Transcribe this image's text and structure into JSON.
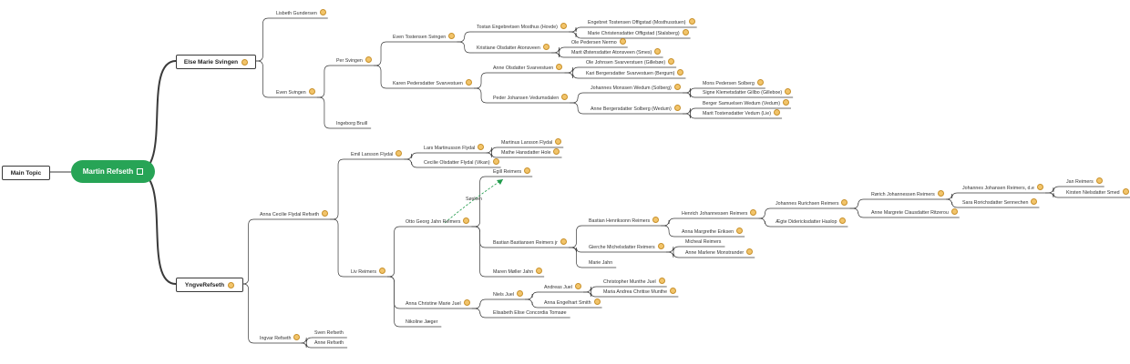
{
  "main_topic": {
    "label": "Main Topic"
  },
  "central": {
    "label": "Martin Refseth"
  },
  "branches": {
    "else": {
      "label": "Else Marie Svingen"
    },
    "yngve": {
      "label": "YngveRefseth"
    }
  },
  "relationship": {
    "label": "Søsken"
  },
  "nodes": {
    "lisbeth": "Lisbeth Gundersen",
    "even_s": "Even Svingen",
    "per_s": "Per Svingen",
    "ingeborg": "Ingeborg Bruill",
    "even_t": "Even Tostensen Svingen",
    "karen_p": "Karen Pedersdatter Svarvestuen",
    "tostan": "Tostan Engebretsen Mosthus (Hovde)",
    "kristiane": "Kristiane Olsdatter Atonsveen",
    "anne_o": "Anne Olsdatter Svarvestuen",
    "peder_j": "Peder Johansen Vedumsdalen",
    "engebret": "Engebret Tostensen Offigstad (Mosthusstuen)",
    "marie_c": "Marie Christensdatter Offigstad (Stalsberg)",
    "ole_p": "Ole Pedersen Nermo",
    "marit": "Marit Østensdatter Atonsveen (Smes)",
    "ole_j": "Ole Johnsen Svarverstuen (Gillebøe)",
    "kari_b": "Kari Bergersdatter Svarvestuen (Bergum)",
    "johannes_m": "Johannes Monssen Wedum (Solberg)",
    "anne_b": "Anne Bergersdatter Solberg (Wedum)",
    "mons": "Mons Pedersen Solberg",
    "signe": "Signe Klemetsdatter Gillbo (Gilleboe)",
    "berger": "Berger Samuelsen Wedum (Vedum)",
    "marit_t": "Marit Tostensdatter Vedum (Lie)",
    "anna_cecilie": "Anna Cecilie Flydal Refseth",
    "ingvar": "Ingvar Refseth",
    "sven": "Sven Refseth",
    "anne_r": "Anne Refseth",
    "emil": "Emil Larsson Flydal",
    "liv": "Liv Reimers",
    "lars_m": "Lars Martinusson Flydal",
    "cecilie_o": "Cecilie Olsdatter Flydal (Vikan)",
    "martinus": "Martinus Larsson Flydal",
    "mathe": "Mathe Hansdatter Hole",
    "otto": "Otto Georg Jahn Reimers",
    "anna_christine": "Anna Christine Marie Juel",
    "nikoline": "Nikoline Jæger",
    "egill": "Egill Reimers",
    "bastian_b": "Bastian Bastiansen Reimers jr",
    "maren": "Maren Møller Jahn",
    "bastian_h": "Bastian Henriksonn Reimers",
    "gierche": "Gierche Michelsdatter Reimers",
    "marie_jahn": "Marie Jahn",
    "henrich": "Henrich Johannessen Reimers",
    "anna_m": "Anna Margrethe Eriksen",
    "micheal": "Micheal Reimers",
    "anne_marlene": "Anne Marlene Monstrander",
    "johannes_r": "Johannes Rurichsen Reimers",
    "aegte": "Ægte Didericksdatter Haslop",
    "rorich": "Rørich Johannessen Reimers",
    "anne_margrete": "Anne Margrete Clausdatter Ritzerou",
    "johannes_j": "Johannes Johansen Reimers, d.e",
    "sara": "Sara Rorichsdatter Sennechen",
    "jan": "Jan Reimers",
    "kirsten": "Kirsten Nielsdatter Smed",
    "niels": "Niels Juel",
    "elisabeth": "Elisabeth Elise Concordia Tomsøe",
    "andreas": "Andreas Juel",
    "anna_e": "Anna Engelhart Smith",
    "christopher": "Christopher Munthe Juel",
    "maria_a": "Maria Andrea Chritise Munthe"
  },
  "colors": {
    "central": "#27a456",
    "line": "#3a3a3a",
    "relationship": "#1f9a4a",
    "icon": "#f2c46a"
  }
}
